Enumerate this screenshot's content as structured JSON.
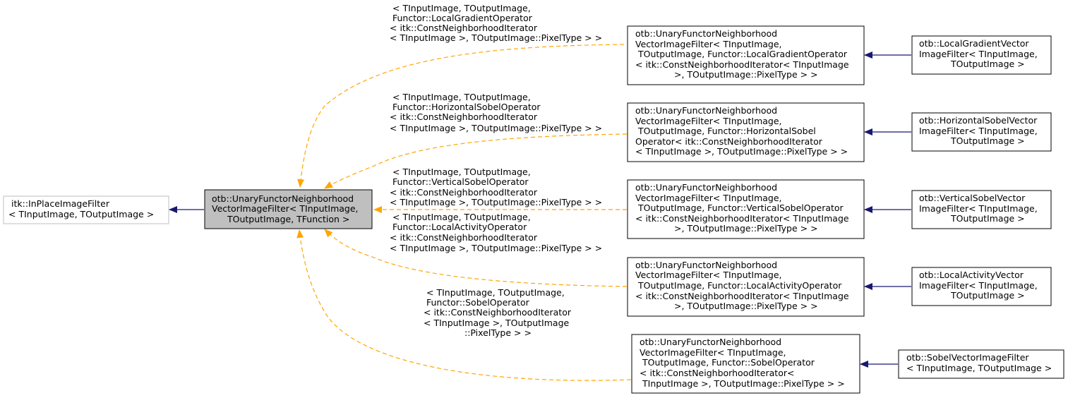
{
  "colors": {
    "inheritance_edge": "#191970",
    "template_edge": "#ffa500",
    "focus_fill": "#bfbfbf",
    "external_border": "#bfbfbf"
  },
  "nodes": {
    "itk_filter": [
      "itk::InPlaceImageFilter",
      "< TInputImage, TOutputImage >"
    ],
    "main": [
      "otb::UnaryFunctorNeighborhood",
      "VectorImageFilter< TInputImage,",
      "TOutputImage, TFunction >"
    ],
    "inst_grad": [
      "otb::UnaryFunctorNeighborhood",
      "VectorImageFilter< TInputImage,",
      "TOutputImage, Functor::LocalGradientOperator",
      "< itk::ConstNeighborhoodIterator< TInputImage",
      ">, TOutputImage::PixelType > >"
    ],
    "inst_hsobel": [
      "otb::UnaryFunctorNeighborhood",
      "VectorImageFilter< TInputImage,",
      "TOutputImage, Functor::HorizontalSobel",
      "Operator< itk::ConstNeighborhoodIterator",
      "< TInputImage >, TOutputImage::PixelType > >"
    ],
    "inst_vsobel": [
      "otb::UnaryFunctorNeighborhood",
      "VectorImageFilter< TInputImage,",
      "TOutputImage, Functor::VerticalSobelOperator",
      "< itk::ConstNeighborhoodIterator< TInputImage",
      ">, TOutputImage::PixelType > >"
    ],
    "inst_act": [
      "otb::UnaryFunctorNeighborhood",
      "VectorImageFilter< TInputImage,",
      "TOutputImage, Functor::LocalActivityOperator",
      "< itk::ConstNeighborhoodIterator< TInputImage",
      ">, TOutputImage::PixelType > >"
    ],
    "inst_sobel": [
      "otb::UnaryFunctorNeighborhood",
      "VectorImageFilter< TInputImage,",
      "TOutputImage, Functor::SobelOperator",
      "< itk::ConstNeighborhoodIterator<",
      "TInputImage >, TOutputImage::PixelType > >"
    ],
    "leaf_grad": [
      "otb::LocalGradientVector",
      "ImageFilter< TInputImage,",
      "TOutputImage >"
    ],
    "leaf_hsobel": [
      "otb::HorizontalSobelVector",
      "ImageFilter< TInputImage,",
      "TOutputImage >"
    ],
    "leaf_vsobel": [
      "otb::VerticalSobelVector",
      "ImageFilter< TInputImage,",
      "TOutputImage >"
    ],
    "leaf_act": [
      "otb::LocalActivityVector",
      "ImageFilter< TInputImage,",
      "TOutputImage >"
    ],
    "leaf_sobel": [
      "otb::SobelVectorImageFilter",
      "< TInputImage, TOutputImage >"
    ]
  },
  "edge_labels": {
    "grad": [
      "< TInputImage, TOutputImage,",
      "Functor::LocalGradientOperator",
      "< itk::ConstNeighborhoodIterator",
      "< TInputImage >, TOutputImage::PixelType > >"
    ],
    "hsobel": [
      "< TInputImage, TOutputImage,",
      "Functor::HorizontalSobelOperator",
      "< itk::ConstNeighborhoodIterator",
      "< TInputImage >, TOutputImage::PixelType > >"
    ],
    "vsobel": [
      "< TInputImage, TOutputImage,",
      "Functor::VerticalSobelOperator",
      "< itk::ConstNeighborhoodIterator",
      "< TInputImage >, TOutputImage::PixelType > >"
    ],
    "act": [
      "< TInputImage, TOutputImage,",
      "Functor::LocalActivityOperator",
      "< itk::ConstNeighborhoodIterator",
      "< TInputImage >, TOutputImage::PixelType > >"
    ],
    "sobel": [
      "< TInputImage, TOutputImage,",
      "Functor::SobelOperator",
      "< itk::ConstNeighborhoodIterator",
      "< TInputImage >, TOutputImage",
      "::PixelType > >"
    ]
  }
}
